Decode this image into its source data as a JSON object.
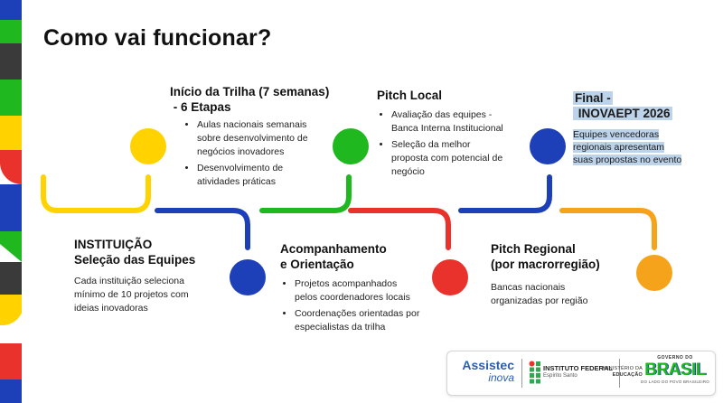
{
  "title": "Como vai funcionar?",
  "colors": {
    "yellow": "#FFD200",
    "blue": "#1D3FB8",
    "green": "#1FB81F",
    "red": "#E8322B",
    "orange": "#F5A31A"
  },
  "stages": [
    {
      "key": "instituicao",
      "title_lines": [
        "INSTITUIÇÃO",
        "Seleção das Equipes"
      ],
      "body_lines": [
        "Cada instituição seleciona",
        "mínimo de 10 projetos com",
        "ideias inovadoras"
      ]
    },
    {
      "key": "inicio",
      "title_lines": [
        "Início da Trilha (7 semanas)",
        " - 6 Etapas"
      ],
      "bullets": [
        [
          "Aulas nacionais semanais",
          "sobre desenvolvimento de",
          "negócios inovadores"
        ],
        [
          "Desenvolvimento de",
          "atividades práticas"
        ]
      ]
    },
    {
      "key": "acompanhamento",
      "title_lines": [
        "Acompanhamento",
        "e Orientação"
      ],
      "bullets": [
        [
          "Projetos acompanhados",
          "pelos coordenadores locais"
        ],
        [
          "Coordenações orientadas por",
          "especialistas da trilha"
        ]
      ]
    },
    {
      "key": "pitch_local",
      "title_lines": [
        "Pitch Local"
      ],
      "bullets": [
        [
          "Avaliação das equipes -",
          "Banca Interna Institucional"
        ],
        [
          "Seleção da melhor",
          "proposta com potencial de",
          "negócio"
        ]
      ]
    },
    {
      "key": "pitch_regional",
      "title_lines": [
        "Pitch Regional",
        "(por macrorregião)"
      ],
      "body_lines": [
        "Bancas nacionais",
        "organizadas por região"
      ]
    },
    {
      "key": "final",
      "title_lines": [
        "Final -",
        " INOVAEPT 2026"
      ],
      "body_lines": [
        "Equipes vencedoras",
        "regionais apresentam",
        "suas propostas no evento"
      ]
    }
  ],
  "footer": {
    "assistec_main": "Assistec",
    "assistec_sub": "inova",
    "if_line1": "INSTITUTO FEDERAL",
    "if_line2": "Espírito Santo",
    "mec_line1": "MINISTÉRIO DA",
    "mec_line2": "EDUCAÇÃO",
    "gov_top": "GOVERNO DO",
    "gov_main": "BRASIL",
    "gov_bottom": "DO LADO DO POVO BRASILEIRO"
  }
}
